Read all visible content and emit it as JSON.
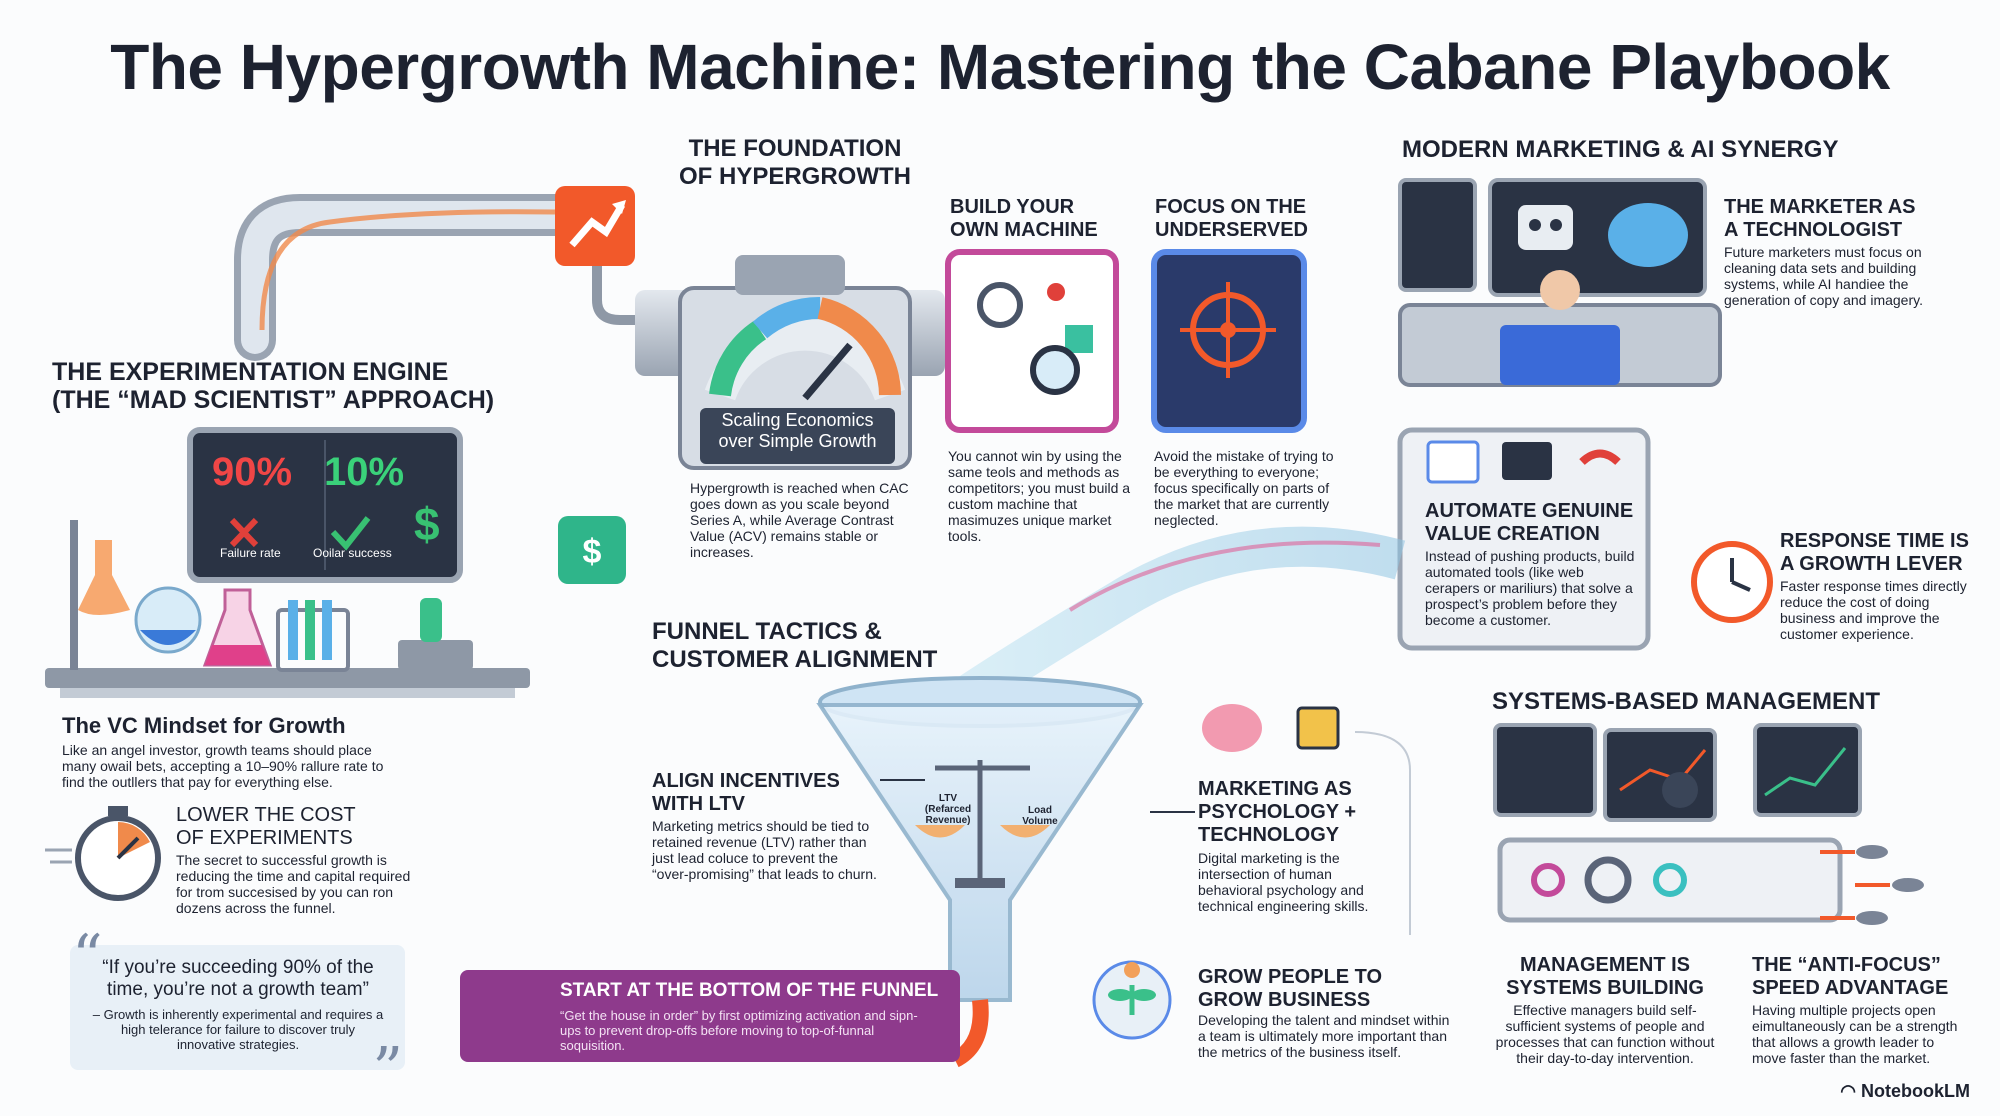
{
  "title": "The Hypergrowth Machine: Mastering the Cabane Playbook",
  "experimentation": {
    "heading_line1": "The Experimentation Engine",
    "heading_line2": "(The “Mad Scientist” Approach)",
    "screen": {
      "left_pct": "90%",
      "left_label": "Failure rate",
      "right_pct": "10%",
      "right_label": "Ooilar success"
    },
    "vc_title": "The VC Mindset for Growth",
    "vc_body": "Like an angel investor, growth teams should place many owail bets, accepting a 10–90% rallure rate to find the outllers that pay for everything else.",
    "lower_title_line1": "Lower the Cost",
    "lower_title_line2": "of Experiments",
    "lower_body": "The secret to successful growth is reducing the time and capital required for trom succesised by you can ron dozens across the funnel.",
    "quote_main": "“If you’re succeeding 90% of the time, you’re not a growth team”",
    "quote_sub": "– Growth is inherently experimental and requires a high telerance for failure to discover truly innovative strategies."
  },
  "foundation": {
    "heading_line1": "The Foundation",
    "heading_line2": "of Hypergrowth",
    "gauge_label_line1": "Scaling Economics",
    "gauge_label_line2": "over Simple Growth",
    "gauge_body": "Hypergrowth is reached when CAC goes down as you scale beyond Series A, while Average Contrast Value (ACV) remains stable or increases.",
    "build_title_line1": "Build Your",
    "build_title_line2": "Own Machine",
    "build_body": "You cannot win by using the same teols and methods as competitors; you must build a custom machine that masimuzes unique market tools.",
    "focus_title_line1": "Focus on the",
    "focus_title_line2": "Underserved",
    "focus_body": "Avoid the mistake of trying to be everything to everyone; focus specifically on parts of the market that are currently neglected."
  },
  "marketing": {
    "heading": "Modern Marketing & AI Synergy",
    "tech_title_line1": "The Marketer as",
    "tech_title_line2": "a Technologist",
    "tech_body": "Future marketers must focus on cleaning data sets and building systems, while AI handiee the generation of copy and imagery.",
    "auto_title_line1": "Automate Genuine",
    "auto_title_line2": "Value Creation",
    "auto_body": "Instead of pushing products, build automated tools (like web cerapers or mariliurs) that solve a prospect’s problem before they become a customer.",
    "resp_title_line1": "Response Time is",
    "resp_title_line2": "a Growth Lever",
    "resp_body": "Faster response times directly reduce the cost of doing business and improve the customer experience."
  },
  "funnel": {
    "heading_line1": "Funnel Tactics &",
    "heading_line2": "Customer Alignment",
    "align_title_line1": "Align Incentives",
    "align_title_line2": "with LTV",
    "align_body": "Marketing metrics should be tied to retained revenue (LTV) rather than just lead coluce to prevent the “over-promising” that leads to churn.",
    "scale_left_line1": "LTV",
    "scale_left_line2": "(Refarced",
    "scale_left_line3": "Revenue)",
    "scale_right_line1": "Load",
    "scale_right_line2": "Volume",
    "psych_title_line1": "Marketing as",
    "psych_title_line2": "Psychology +",
    "psych_title_line3": "Technology",
    "psych_body": "Digital marketing is the intersection of human behavioral psychology and technical engineering skills.",
    "bottom_title": "Start at the Bottom of the Funnel",
    "bottom_body": "“Get the house in order” by first optimizing activation and sipn-ups to prevent drop-offs before moving to top-of-funnal soquisition.",
    "grow_title_line1": "Grow People to",
    "grow_title_line2": "Grow Business",
    "grow_body": "Developing the talent and mindset within a team is ultimately more important than the metrics of the business itself."
  },
  "systems": {
    "heading": "Systems-Based Management",
    "mgmt_title_line1": "Management is",
    "mgmt_title_line2": "Systems Building",
    "mgmt_body": "Effective managers build self-sufficient systems of people and processes that can function without their day-to-day intervention.",
    "anti_title_line1": "The “Anti-Focus”",
    "anti_title_line2": "Speed Advantage",
    "anti_body": "Having multiple projects open eimultaneously can be a strength that allows a growth leader to move faster than the market."
  },
  "footer": "NotebookLM"
}
